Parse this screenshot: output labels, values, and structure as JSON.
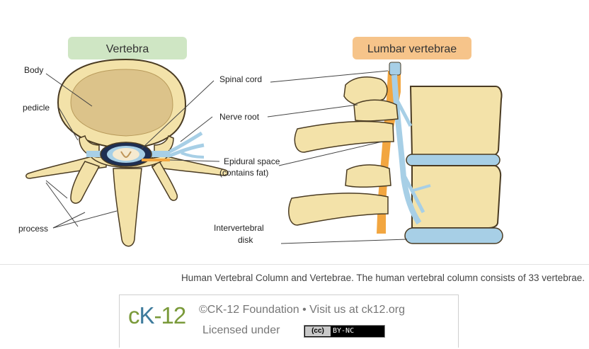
{
  "diagram": {
    "left_title": "Vertebra",
    "right_title": "Lumbar vertebrae",
    "labels": {
      "body": "Body",
      "pedicle": "pedicle",
      "process": "process",
      "spinal_cord": "Spinal cord",
      "nerve_root": "Nerve root",
      "epidural_line1": "Epidural space",
      "epidural_line2": "(contains fat)",
      "intervertebral_line1": "Intervertebral",
      "intervertebral_line2": "disk"
    },
    "colors": {
      "bone": "#f3e2a9",
      "bone_outline": "#4a3b22",
      "body_inner": "#dcc38a",
      "green_title": "#cfe6c4",
      "orange_title": "#f6c48a",
      "disk_blue": "#a7cfe6",
      "fat_orange": "#f2a640"
    }
  },
  "caption": "Human Vertebral Column and Vertebrae. The human vertebral column consists of 33 vertebrae.",
  "credit": {
    "logo_c": "c",
    "logo_k": "K",
    "logo_12": "-12",
    "line1": "©CK-12 Foundation • Visit us at ck12.org",
    "line2": "Licensed under",
    "badge_cc": "(cc)",
    "badge_text": "BY-NC"
  }
}
